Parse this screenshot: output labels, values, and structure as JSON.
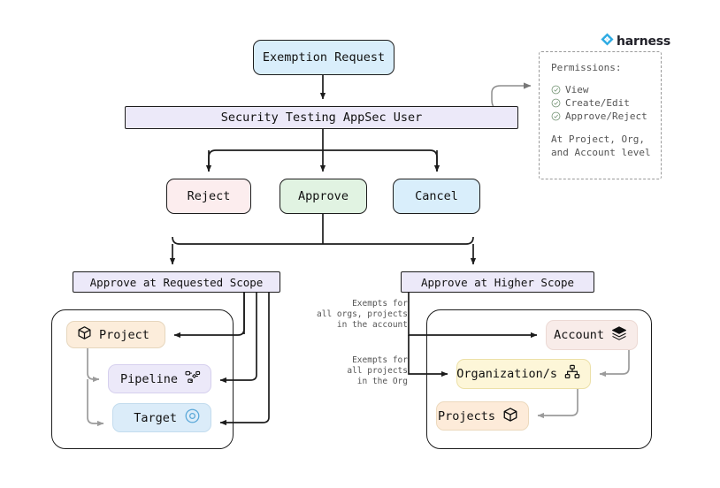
{
  "brand": {
    "name": "harness",
    "logo_color": "#2eabe3",
    "logo_icon": "harness-diamond-logo"
  },
  "flow": {
    "exemption_request": "Exemption Request",
    "user_bar": "Security Testing AppSec User",
    "actions": [
      {
        "label": "Reject",
        "color": "#fcedee"
      },
      {
        "label": "Approve",
        "color": "#e1f3e2"
      },
      {
        "label": "Cancel",
        "color": "#d9eefb"
      }
    ],
    "scopes": [
      {
        "label": "Approve at Requested Scope"
      },
      {
        "label": "Approve at Higher Scope"
      }
    ]
  },
  "permissions": {
    "title": "Permissions:",
    "items": [
      {
        "label": "View",
        "icon": "check-circle-icon"
      },
      {
        "label": "Create/Edit",
        "icon": "check-circle-icon"
      },
      {
        "label": "Approve/Reject",
        "icon": "check-circle-icon"
      }
    ],
    "footer_line1": "At Project, Org,",
    "footer_line2": "and Account level"
  },
  "requested_scope_group": {
    "nodes": [
      {
        "label": "Project",
        "icon": "cube-icon",
        "color": "#fceddb",
        "icon_side": "left"
      },
      {
        "label": "Pipeline",
        "icon": "pipeline-icon",
        "color": "#ece9f9",
        "icon_side": "right"
      },
      {
        "label": "Target",
        "icon": "target-icon",
        "color": "#dbecf9",
        "icon_side": "right"
      }
    ]
  },
  "higher_scope_group": {
    "nodes": [
      {
        "label": "Account",
        "icon": "layers-icon",
        "color": "#f8ece9",
        "icon_side": "right"
      },
      {
        "label": "Organization/s",
        "icon": "org-chart-icon",
        "color": "#fdf6d8",
        "icon_side": "right"
      },
      {
        "label": "Projects",
        "icon": "cube-icon",
        "color": "#fdebd9",
        "icon_side": "right"
      }
    ]
  },
  "edge_captions": {
    "account_exempt": "Exempts for\nall orgs, projects\nin the account",
    "org_exempt": "Exempts for\nall projects\nin the Org"
  }
}
